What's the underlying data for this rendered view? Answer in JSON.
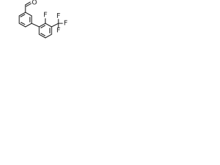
{
  "molecule": {
    "atoms": {
      "oxygen": "O",
      "fluorine_ring": "F",
      "fluorine_cf3_top": "F",
      "fluorine_cf3_right": "F",
      "fluorine_cf3_bottom": "F"
    }
  }
}
